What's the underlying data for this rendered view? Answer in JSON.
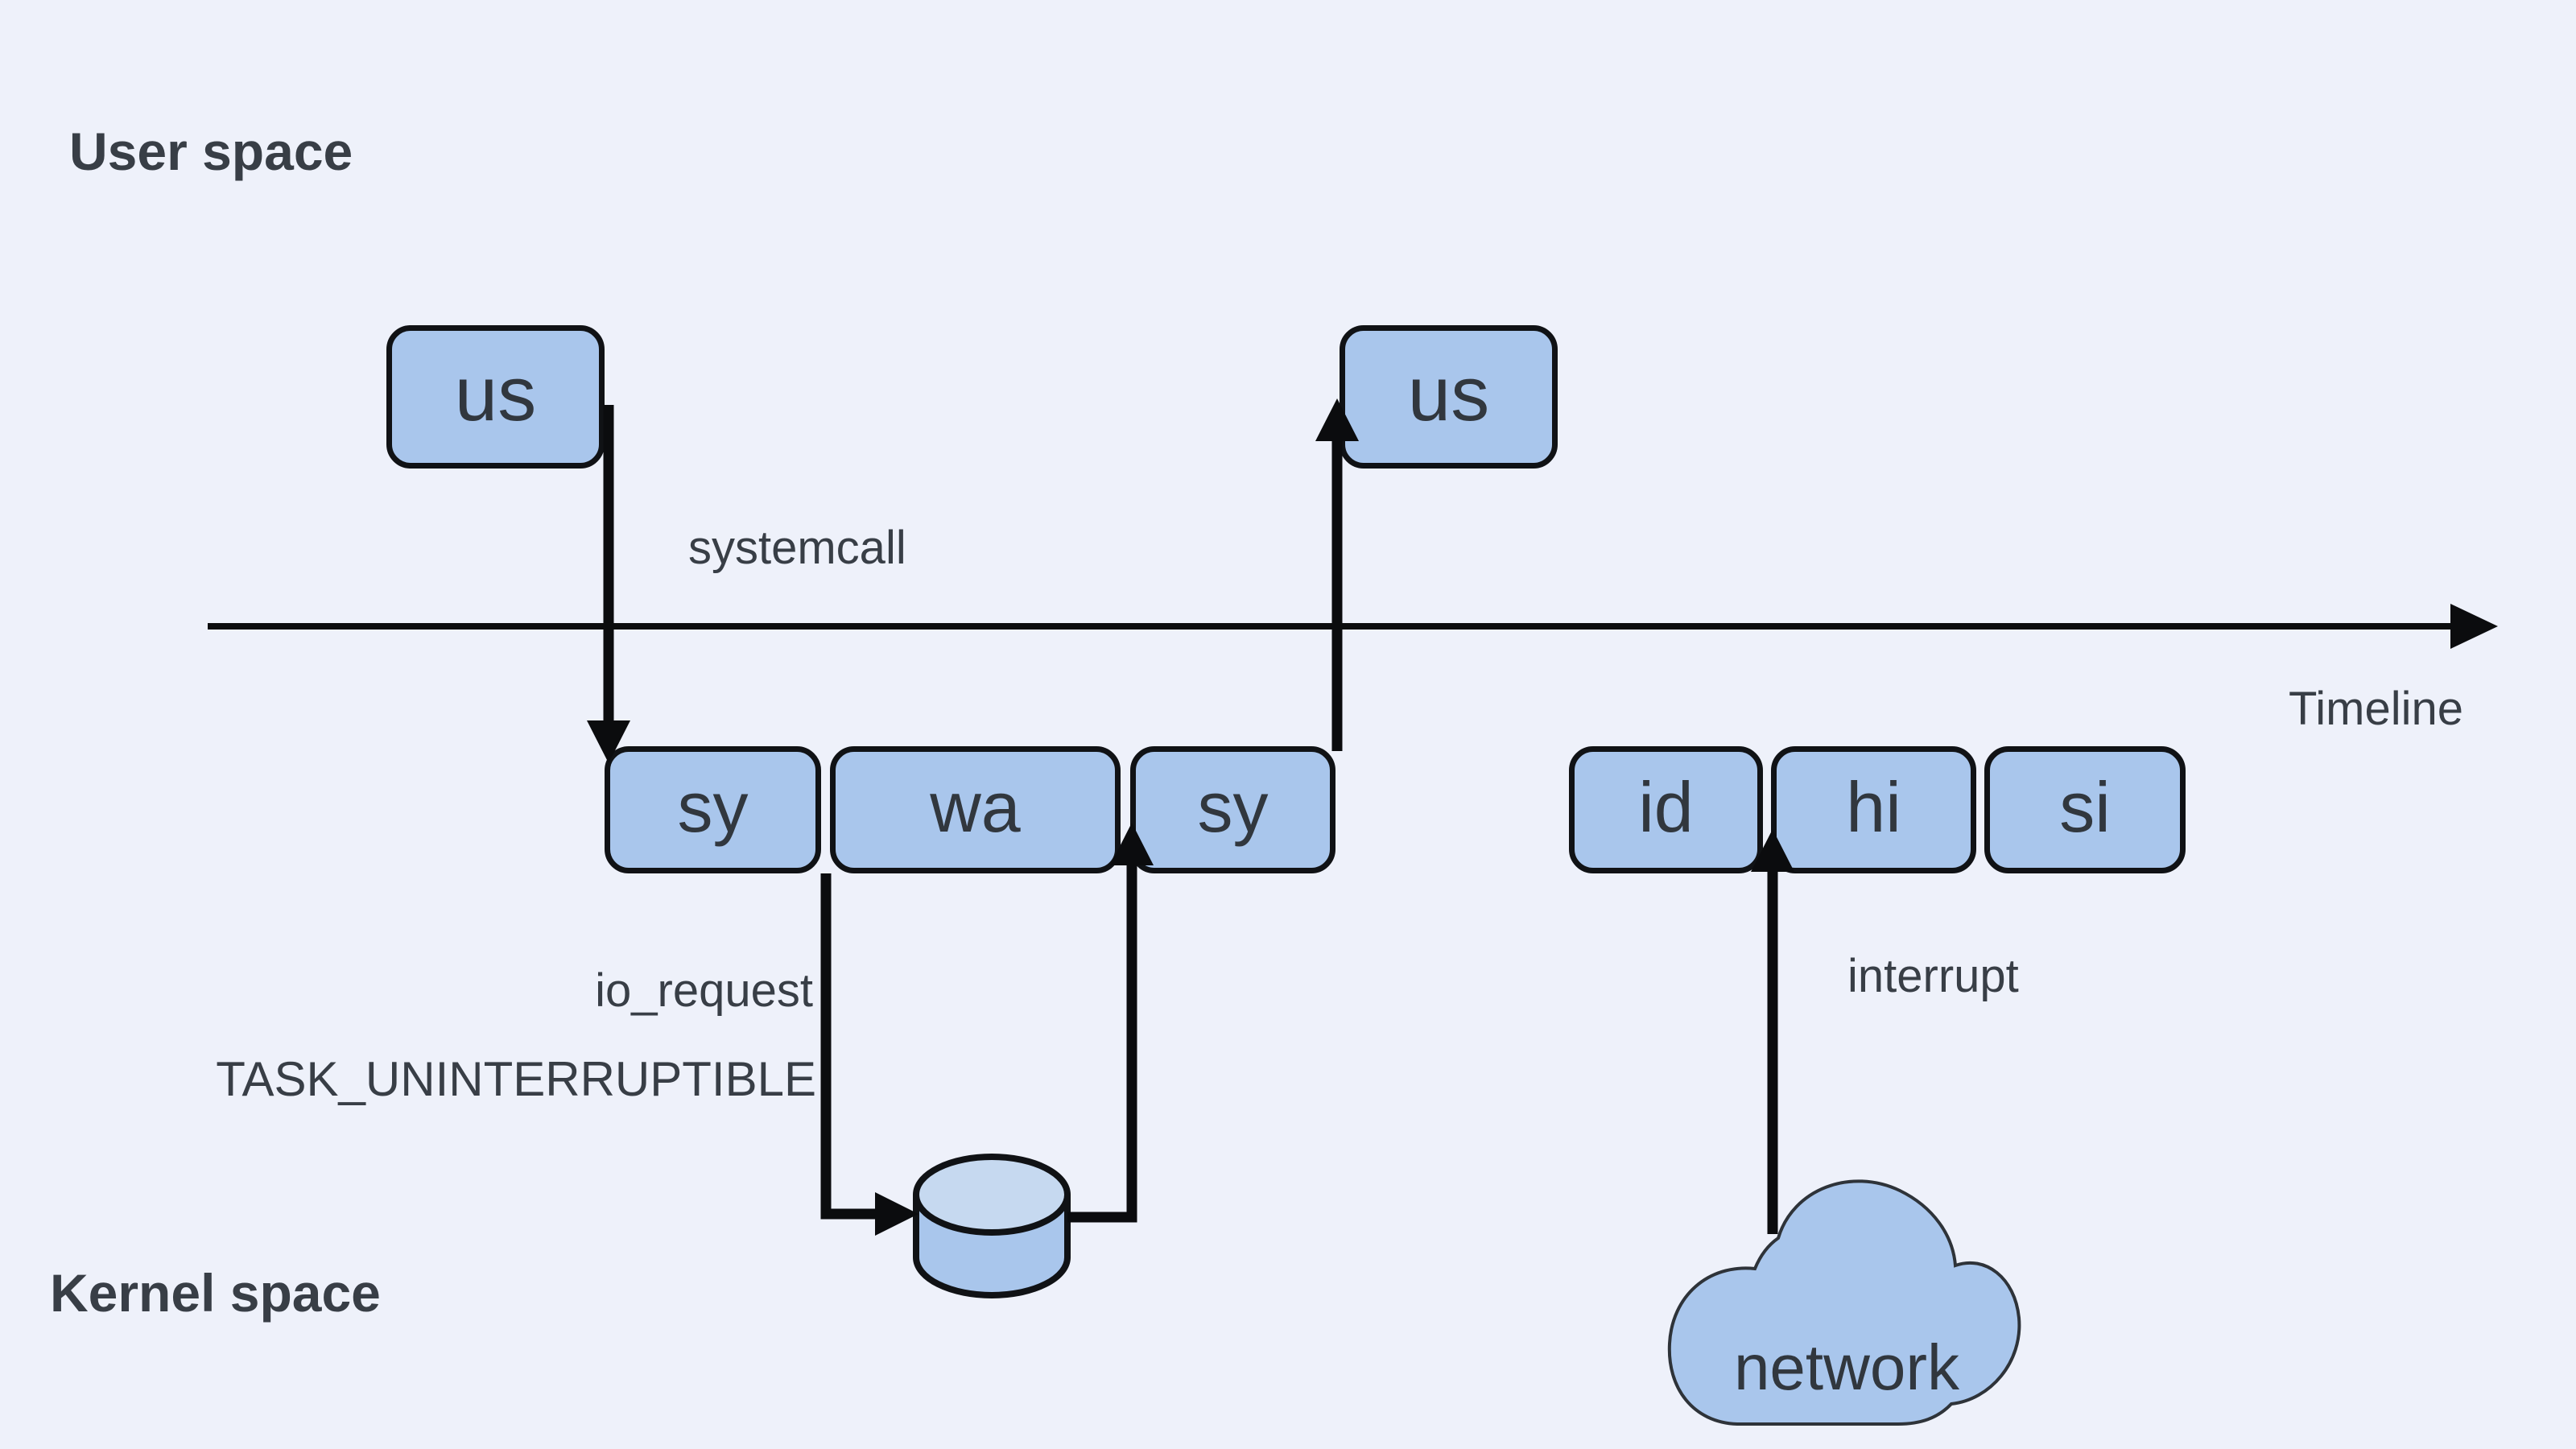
{
  "diagram": {
    "regions": {
      "user_space": "User space",
      "kernel_space": "Kernel space"
    },
    "timeline_label": "Timeline",
    "annotations": {
      "systemcall": "systemcall",
      "io_request": "io_request",
      "task_state": "TASK_UNINTERRUPTIBLE",
      "interrupt": "interrupt"
    },
    "boxes": {
      "user_row": [
        {
          "label": "us"
        },
        {
          "label": "us"
        }
      ],
      "kernel_row": [
        {
          "label": "sy"
        },
        {
          "label": "wa"
        },
        {
          "label": "sy"
        }
      ],
      "interrupt_row": [
        {
          "label": "id"
        },
        {
          "label": "hi"
        },
        {
          "label": "si"
        }
      ]
    },
    "network_label": "network",
    "icons": {
      "disk": "disk-cylinder-icon",
      "cloud": "network-cloud-icon"
    }
  },
  "colors": {
    "background": "#eef1fa",
    "box_fill": "#a9c6ec",
    "box_border": "#101215",
    "cylinder_top_fill": "#c6d9f0",
    "cloud_fill": "#a9c6ec",
    "cloud_border": "#2e3339",
    "text_dark": "#383e46",
    "box_text": "#31373e",
    "arrow": "#0b0c0e"
  }
}
